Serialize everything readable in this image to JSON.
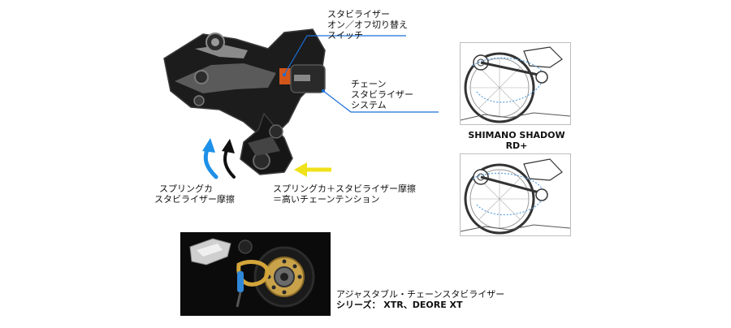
{
  "diagram": {
    "callouts": {
      "switch": [
        "スタビライザー",
        "オン／オフ切り替え",
        "スイッチ"
      ],
      "system": [
        "チェーン",
        "スタビライザー",
        "システム"
      ],
      "spring": [
        "スプリングカ",
        "スタビライザー摩擦"
      ],
      "tension": [
        "スプリングカ＋スタビライザー摩擦",
        "＝高いチェーンテンション"
      ]
    },
    "caption": {
      "line1": "アジャスタブル・チェーンスタビライザー",
      "line2": "シリーズ： XTR、DEORE XT"
    },
    "shadow_label": {
      "line1": "SHIMANO SHADOW",
      "line2": "RD+"
    },
    "colors": {
      "callout_line": "#1a6fd6",
      "blue_arrow": "#1e90e8",
      "black_arrow": "#111111",
      "yellow_arrow": "#f0e21a",
      "chain_dotted": "#5aa0e0",
      "gold": "#c9a24a"
    }
  }
}
